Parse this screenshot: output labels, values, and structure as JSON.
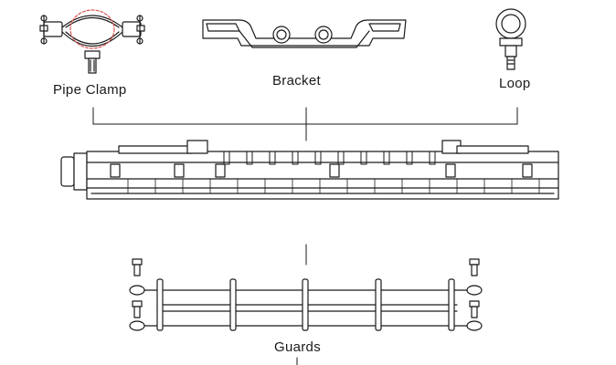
{
  "labels": {
    "pipe_clamp": "Pipe Clamp",
    "bracket": "Bracket",
    "loop": "Loop",
    "guards": "Guards"
  },
  "colors": {
    "line": "#1a1a1a",
    "accent": "#d9534f",
    "background": "#ffffff"
  },
  "components": [
    "pipe-clamp",
    "bracket",
    "loop",
    "light-fixture",
    "guards"
  ]
}
